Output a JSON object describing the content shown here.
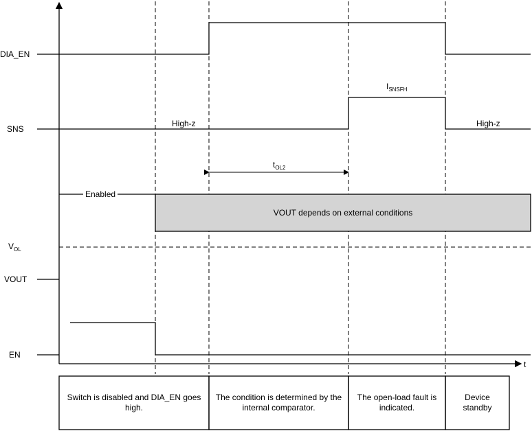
{
  "signals": {
    "dia_en": "DIA_EN",
    "sns": "SNS",
    "vol_main": "V",
    "vol_sub": "OL",
    "vout": "VOUT",
    "en": "EN"
  },
  "axis": {
    "time_label": "t"
  },
  "annotations": {
    "highz_left": "High-z",
    "highz_right": "High-z",
    "isnsfh_main": "I",
    "isnsfh_sub": "SNSFH",
    "tol2_main": "t",
    "tol2_sub": "OL2",
    "enabled": "Enabled",
    "vout_region": "VOUT depends on external conditions"
  },
  "phases": [
    {
      "text": "Switch is disabled and DIA_EN goes high."
    },
    {
      "text": "The condition is determined by the internal comparator."
    },
    {
      "text": "The open-load fault is indicated."
    },
    {
      "text": "Device standby"
    }
  ],
  "colors": {
    "line": "#000000",
    "region_fill": "#d4d4d4"
  }
}
